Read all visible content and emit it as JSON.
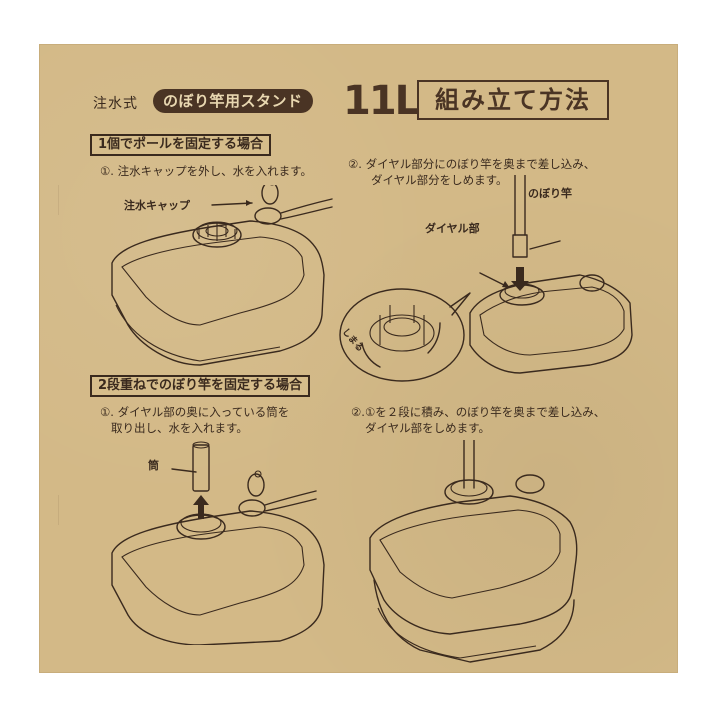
{
  "header": {
    "kicker": "注水式",
    "product_pill": "のぼり竿用スタンド",
    "capacity": "11L",
    "title": "組み立て方法"
  },
  "section1": {
    "heading": "1個でポールを固定する場合",
    "step1": {
      "text": "①. 注水キャップを外し、水を入れます。",
      "label_cap": "注水キャップ"
    },
    "step2": {
      "line1": "②. ダイヤル部分にのぼり竿を奥まで差し込み、",
      "line2": "ダイヤル部分をしめます。",
      "label_pole": "のぼり竿",
      "label_dial": "ダイヤル部",
      "label_tighten": "しまる"
    }
  },
  "section2": {
    "heading": "2段重ねでのぼり竿を固定する場合",
    "step1": {
      "line1": "①. ダイヤル部の奥に入っている筒を",
      "line2": "取り出し、水を入れます。",
      "label_tube": "筒"
    },
    "step2": {
      "line1": "②.①を２段に積み、のぼり竿を奥まで差し込み、",
      "line2": "ダイヤル部をしめます。"
    }
  },
  "colors": {
    "cardboard": "#d3b987",
    "ink": "#3a2a1e",
    "pill_bg": "#4a3424",
    "pill_text": "#e8d7b0"
  }
}
